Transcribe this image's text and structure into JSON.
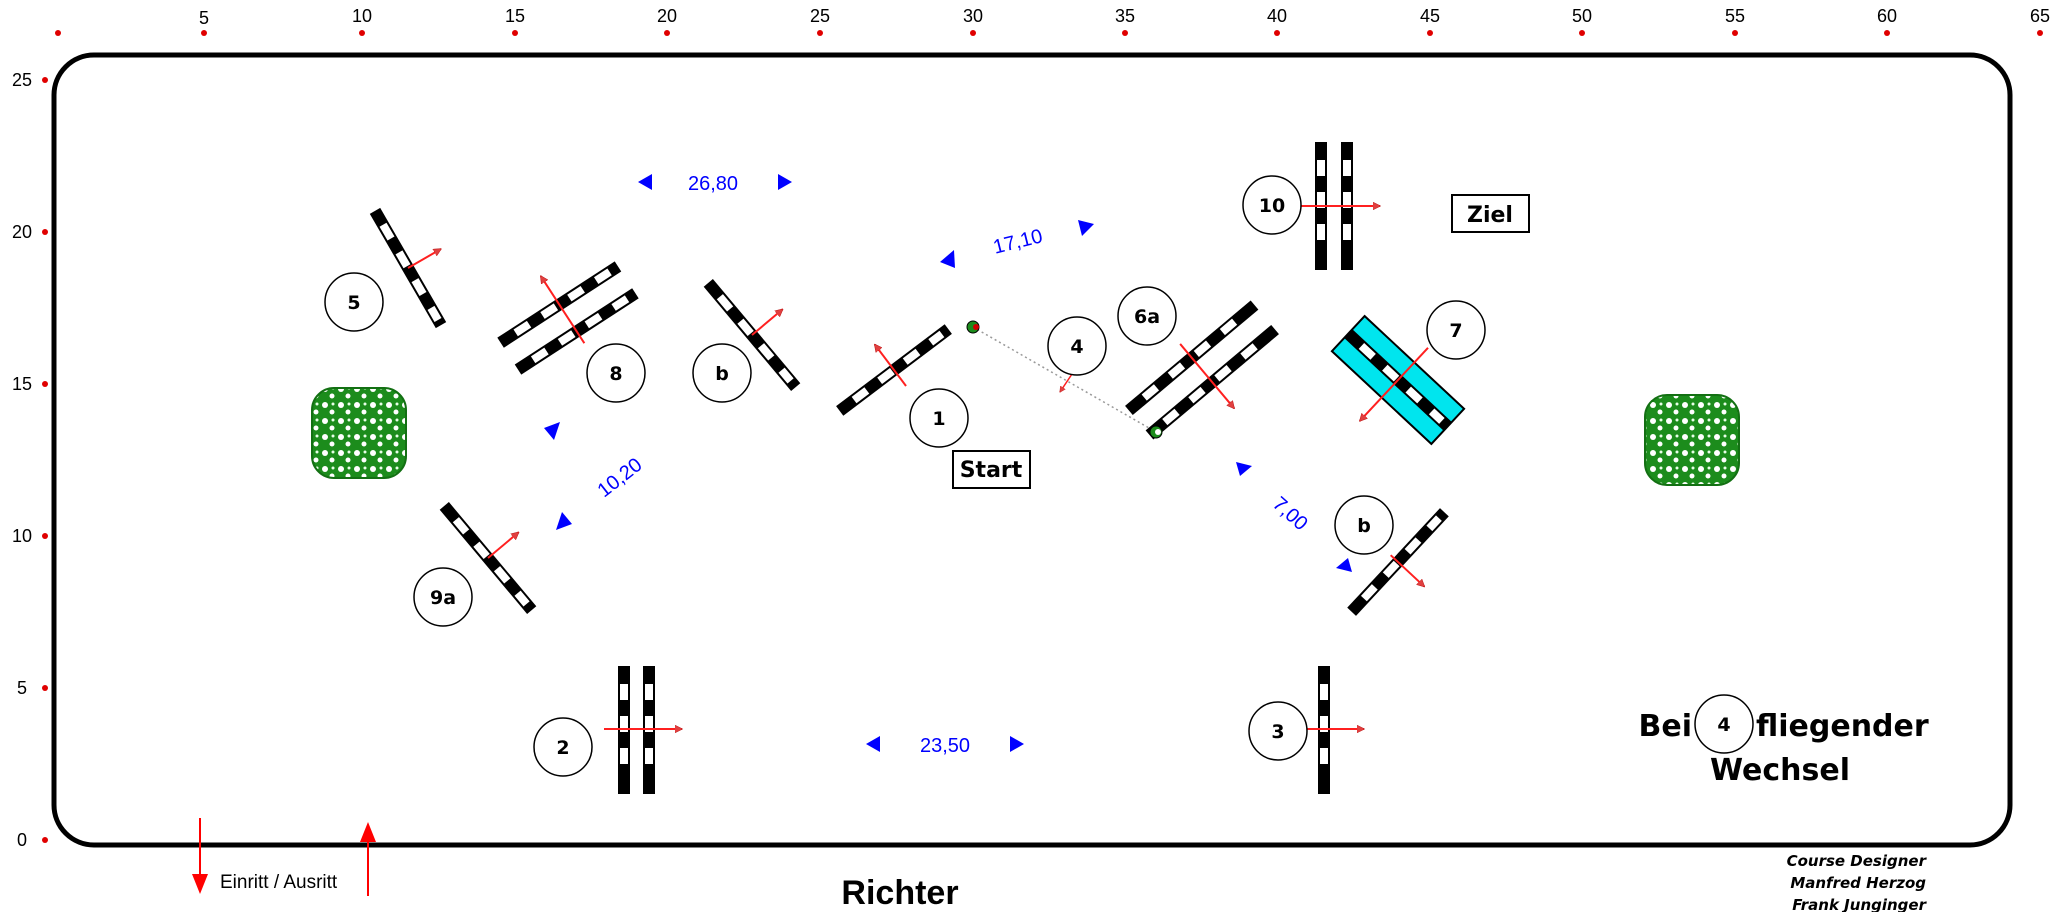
{
  "axes": {
    "x_ticks": [
      "5",
      "10",
      "15",
      "20",
      "25",
      "30",
      "35",
      "40",
      "45",
      "50",
      "55",
      "60",
      "65"
    ],
    "y_ticks": [
      "25",
      "20",
      "15",
      "10",
      "5",
      "0"
    ]
  },
  "distances": {
    "top": "26,80",
    "diag_upper": "17,10",
    "left": "10,20",
    "right": "7,00",
    "bottom": "23,50"
  },
  "obstacle_numbers": {
    "n1": "1",
    "n2": "2",
    "n3": "3",
    "n4": "4",
    "n5": "5",
    "n6a": "6a",
    "n7": "7",
    "n8": "8",
    "n9a": "9a",
    "n10": "10",
    "b_left": "b",
    "b_right": "b"
  },
  "labels": {
    "start": "Start",
    "finish": "Ziel",
    "entry_exit": "Einritt / Ausritt",
    "judge": "Richter"
  },
  "note": {
    "prefix": "Bei",
    "number": "4",
    "suffix": "fliegender",
    "line2": "Wechsel"
  },
  "credits": {
    "title": "Course Designer",
    "name1": "Manfred Herzog",
    "name2": "Frank Junginger"
  },
  "colors": {
    "distance": "#0000ff",
    "direction_arrow": "#ff0000",
    "water": "#00e5ee",
    "hedge": "#1a8a1a"
  }
}
